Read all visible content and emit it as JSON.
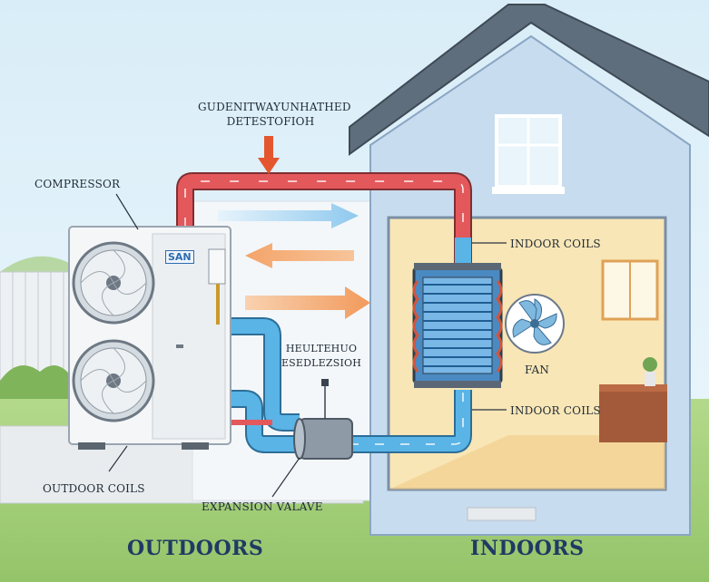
{
  "labels": {
    "top_annotation_line1": "GUDENITWAYUNHATHED",
    "top_annotation_line2": "DETESTOFIOH",
    "compressor": "COMPRESSOR",
    "indoor_coils_top": "INDOOR COILS",
    "indoor_coils_bottom": "INDOOR COILS",
    "fan": "FAN",
    "middle_annotation_line1": "HEULTEHUO",
    "middle_annotation_line2": "ESEDLEZSIOH",
    "outdoor_coils": "OUTDOOR COILS",
    "expansion_valve": "EXPANSION VALAVE",
    "unit_brand": "SAN"
  },
  "regions": {
    "outdoors": "OUTDOORS",
    "indoors": "INDOORS"
  },
  "colors": {
    "hot_pipe": "#e3585b",
    "cold_pipe": "#5ab4e6",
    "heat_arrow": "#f1a063",
    "cool_arrow": "#8dc7ec",
    "house_wall": "#c8dcef",
    "roof": "#5f6e7d",
    "interior": "#f8e6b6",
    "grass": "#a7d17c",
    "sky": "#dff0fa"
  }
}
